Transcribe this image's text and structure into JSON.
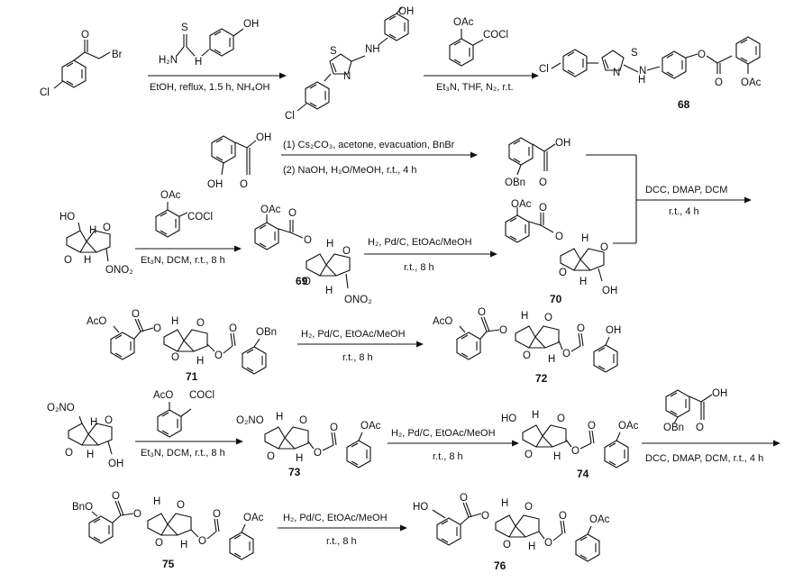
{
  "compound_labels": {
    "c68": "68",
    "c69": "69",
    "c70": "70",
    "c71": "71",
    "c72": "72",
    "c73": "73",
    "c74": "74",
    "c75": "75",
    "c76": "76"
  },
  "atoms": {
    "o": "O",
    "oh": "OH",
    "ho": "HO",
    "h": "H",
    "s": "S",
    "n": "N",
    "nh": "NH",
    "br": "Br",
    "cl": "Cl",
    "oac": "OAc",
    "aco": "AcO",
    "obn": "OBn",
    "bno": "BnO",
    "coci": "COCl",
    "h2n": "H₂N",
    "ono2": "ONO₂",
    "o2no": "O₂NO",
    "o2no_alt": "O₂NO"
  },
  "conditions": {
    "r1": "EtOH, reflux, 1.5 h, NH₄OH",
    "r2": "Et₃N, THF, N₂, r.t.",
    "r3a": "(1) Cs₂CO₃, acetone, evacuation, BnBr",
    "r3b": "(2) NaOH, H₂O/MeOH, r.t., 4 h",
    "r4": "Et₃N, DCM, r.t., 8 h",
    "r5a": "H₂, Pd/C, EtOAc/MeOH",
    "r5b": "r.t., 8 h",
    "r6a": "DCC, DMAP, DCM",
    "r6b": "r.t., 4 h",
    "r7a": "H₂, Pd/C, EtOAc/MeOH",
    "r7b": "r.t., 8 h",
    "r8": "Et₃N, DCM, r.t., 8 h",
    "r9a": "H₂, Pd/C, EtOAc/MeOH",
    "r9b": "r.t., 8 h",
    "r10": "DCC, DMAP, DCM, r.t., 4 h",
    "r11a": "H₂, Pd/C, EtOAc/MeOH",
    "r11b": "r.t., 8 h"
  }
}
